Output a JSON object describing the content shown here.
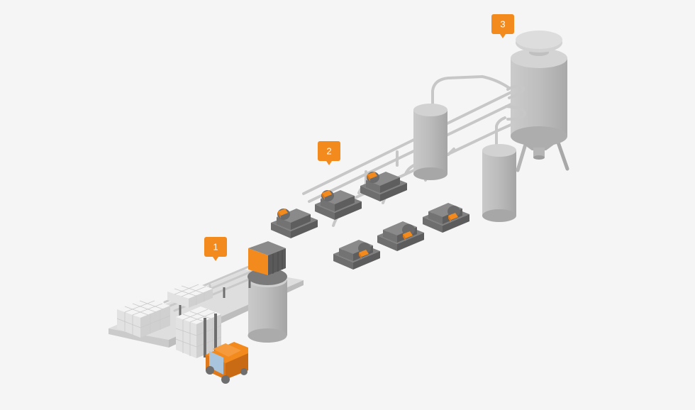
{
  "colors": {
    "background": "#f5f5f5",
    "accent": "#f28a1e",
    "machine_dark": "#5c5c5c",
    "machine_mid": "#6e6e6e",
    "machine_light": "#808080",
    "tank_light": "#cfcfcf",
    "tank_mid": "#b9b9b9",
    "tank_dark": "#a3a3a3",
    "pipe": "#c7c7c7",
    "platform_top": "#dedede",
    "platform_side": "#c2c2c2",
    "bale_top": "#f4f4f4",
    "bale_left": "#e2e2e2",
    "bale_right": "#d2d2d2"
  },
  "markers": [
    {
      "label": "1"
    },
    {
      "label": "2"
    },
    {
      "label": "3"
    }
  ]
}
